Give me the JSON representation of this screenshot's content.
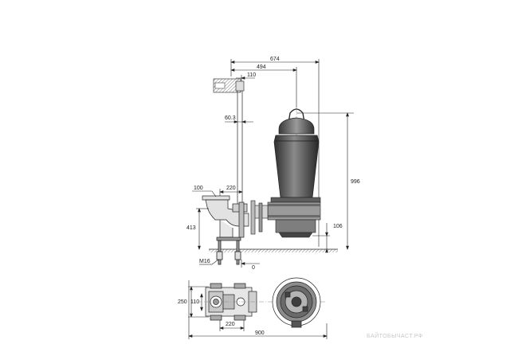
{
  "drawing": {
    "dimensions": {
      "overall_width": "674",
      "pump_offset": "494",
      "rail_offset": "110",
      "rail_diameter": "60.3",
      "outlet_flange": "100",
      "base_spacing": "220",
      "base_height": "413",
      "overall_height": "996",
      "bottom_clearance": "106",
      "anchor_bolts": "M16",
      "zero_mark": "0",
      "plan_height": "250",
      "plan_inner": "110",
      "plan_spacing": "220",
      "plan_total": "900"
    },
    "watermark": "БАЙТОБЫЧАСТ.РФ",
    "colors": {
      "line": "#222222",
      "pump_dark": "#3a3a3a",
      "pump_mid": "#6d6d6d",
      "watermark": "#c8c8c8"
    }
  }
}
